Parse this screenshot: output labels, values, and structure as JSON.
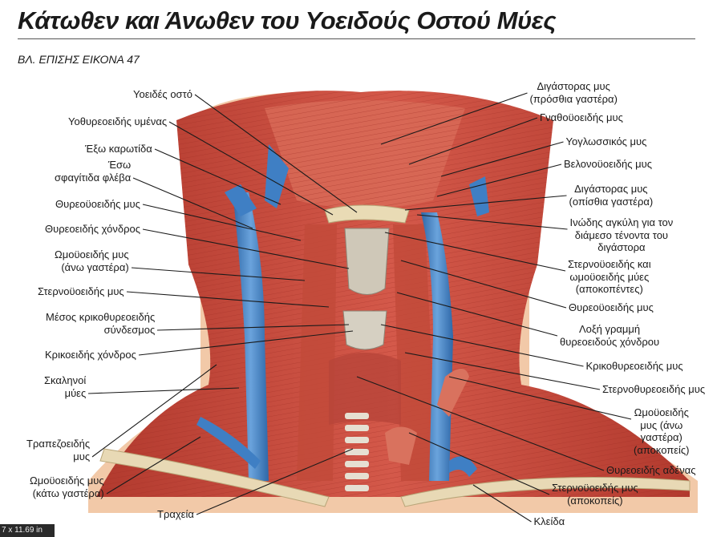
{
  "title": "Κάτωθεν και Άνωθεν του Υοειδούς Οστού Μύες",
  "see_also": "ΒΛ. ΕΠΙΣΗΣ ΕΙΚΟΝΑ 47",
  "labels_left": [
    {
      "id": "hyoid",
      "text": "Υοειδές οστό"
    },
    {
      "id": "thyrohyoid-membrane",
      "text": "Υοθυρεοειδής υμένας"
    },
    {
      "id": "ext-carotid",
      "text": "Έξω καρωτίδα"
    },
    {
      "id": "int-jugular",
      "text": "Έσω\nσφαγίτιδα φλέβα"
    },
    {
      "id": "thyrohyoid-left",
      "text": "Θυρεοϋοειδής μυς"
    },
    {
      "id": "thyroid-cartilage",
      "text": "Θυρεοειδής χόνδρος"
    },
    {
      "id": "omohyoid-sup-left",
      "text": "Ωμοϋοειδής μυς\n(άνω γαστέρα)"
    },
    {
      "id": "sternohyoid-left",
      "text": "Στερνοϋοειδής μυς"
    },
    {
      "id": "cricothyroid-lig",
      "text": "Μέσος κρικοθυρεοειδής\nσύνδεσμος"
    },
    {
      "id": "cricoid",
      "text": "Κρικοειδής χόνδρος"
    },
    {
      "id": "scalenes",
      "text": "Σκαληνοί\nμύες"
    },
    {
      "id": "trapezius",
      "text": "Τραπεζοειδής\nμυς"
    },
    {
      "id": "omohyoid-inf",
      "text": "Ωμοϋοειδής μυς\n(κάτω γαστέρα)"
    },
    {
      "id": "trachea",
      "text": "Τραχεία"
    }
  ],
  "labels_right": [
    {
      "id": "digastric-ant",
      "text": "Διγάστορας μυς\n(πρόσθια γαστέρα)"
    },
    {
      "id": "mylohyoid",
      "text": "Γναθοϋοειδής μυς"
    },
    {
      "id": "hyoglossus",
      "text": "Υογλωσσικός μυς"
    },
    {
      "id": "stylohyoid",
      "text": "Βελονοϋοειδής μυς"
    },
    {
      "id": "digastric-post",
      "text": "Διγάστορας μυς\n(οπίσθια γαστέρα)"
    },
    {
      "id": "fibrous-loop",
      "text": "Ινώδης αγκύλη για τον\nδιάμεσο τένοντα του\nδιγάστορα"
    },
    {
      "id": "sterno-omo-cut",
      "text": "Στερνοϋοειδής και\nωμοϋοειδής μύες\n(αποκοπέντες)"
    },
    {
      "id": "thyrohyoid-right",
      "text": "Θυρεοϋοειδής μυς"
    },
    {
      "id": "oblique-line",
      "text": "Λοξή γραμμή\nθυρεοειδούς χόνδρου"
    },
    {
      "id": "cricothyroid-m",
      "text": "Κρικοθυρεοειδής μυς"
    },
    {
      "id": "sternothyroid",
      "text": "Στερνοθυρεοειδής μυς"
    },
    {
      "id": "omohyoid-sup-cut",
      "text": "Ωμοϋοειδής\nμυς (άνω\nγαστέρα)\n(αποκοπείς)"
    },
    {
      "id": "thyroid-gland",
      "text": "Θυρεοειδής αδένας"
    },
    {
      "id": "sternohyoid-cut",
      "text": "Στερνοϋοειδής μυς\n(αποκοπείς)"
    },
    {
      "id": "clavicle",
      "text": "Κλείδα"
    }
  ],
  "corner_text": "7 x 11.69 in",
  "colors": {
    "muscle": "#c9483a",
    "muscle_dark": "#a33126",
    "muscle_light": "#e07a66",
    "vessel": "#3f7fc4",
    "cartilage": "#cfc8b8",
    "bone": "#e8d9b5",
    "skin": "#f2c9a8",
    "leader": "#1a1a1a"
  }
}
